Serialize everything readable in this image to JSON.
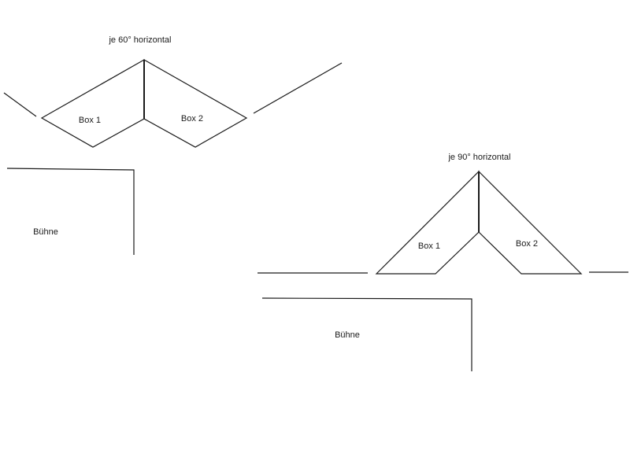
{
  "diagram_left": {
    "caption": "je 60° horizontal",
    "box1_label": "Box 1",
    "box2_label": "Box 2",
    "stage_label": "Bühne"
  },
  "diagram_right": {
    "caption": "je 90° horizontal",
    "box1_label": "Box 1",
    "box2_label": "Box 2",
    "stage_label": "Bühne"
  }
}
